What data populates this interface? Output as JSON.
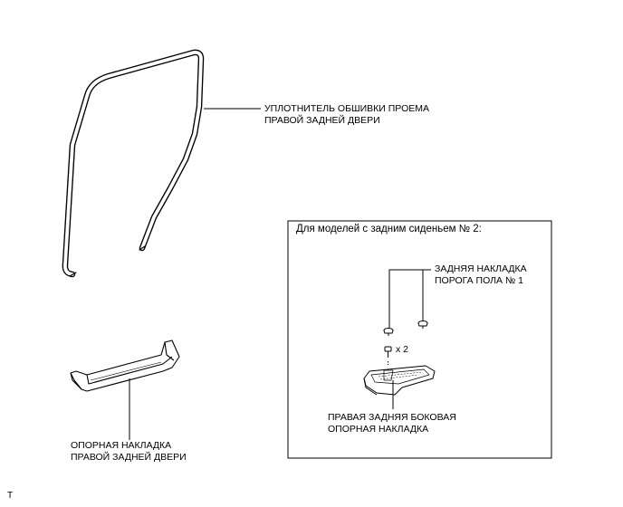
{
  "labels": {
    "weatherstrip": {
      "line1": "УПЛОТНИТЕЛЬ ОБШИВКИ ПРОЕМА",
      "line2": "ПРАВОЙ ЗАДНЕЙ ДВЕРИ"
    },
    "scuff_plate": {
      "line1": "ОПОРНАЯ НАКЛАДКА",
      "line2": "ПРАВОЙ ЗАДНЕЙ ДВЕРИ"
    },
    "rear_floor_cover": {
      "line1": "ЗАДНЯЯ НАКЛАДКА",
      "line2": "ПОРОГА ПОЛА № 1"
    },
    "side_scuff_plate": {
      "line1": "ПРАВАЯ ЗАДНЯЯ БОКОВАЯ",
      "line2": "ОПОРНАЯ НАКЛАДКА"
    }
  },
  "inset": {
    "title": "Для моделей с задним сиденьем № 2:",
    "quantity": "x 2"
  },
  "corner_mark": "T"
}
